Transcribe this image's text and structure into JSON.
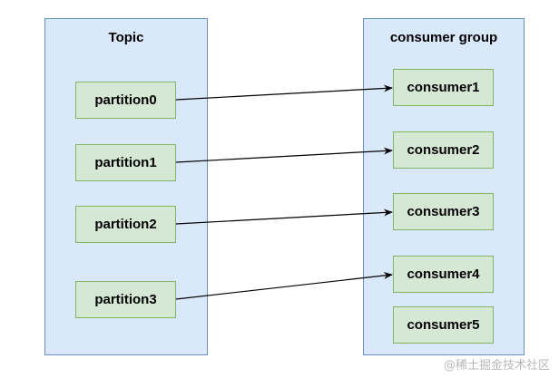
{
  "topic": {
    "title": "Topic",
    "partitions": [
      "partition0",
      "partition1",
      "partition2",
      "partition3"
    ]
  },
  "consumer_group": {
    "title": "consumer group",
    "consumers": [
      "consumer1",
      "consumer2",
      "consumer3",
      "consumer4",
      "consumer5"
    ]
  },
  "edges": [
    {
      "from": "partition0",
      "to": "consumer1"
    },
    {
      "from": "partition1",
      "to": "consumer2"
    },
    {
      "from": "partition2",
      "to": "consumer3"
    },
    {
      "from": "partition3",
      "to": "consumer4"
    }
  ],
  "colors": {
    "group_fill": "#dae8fc",
    "group_stroke": "#6c8ebf",
    "node_fill": "#d5e8d4",
    "node_stroke": "#82b366",
    "edge": "#000000"
  },
  "watermark": "@稀土掘金技术社区"
}
